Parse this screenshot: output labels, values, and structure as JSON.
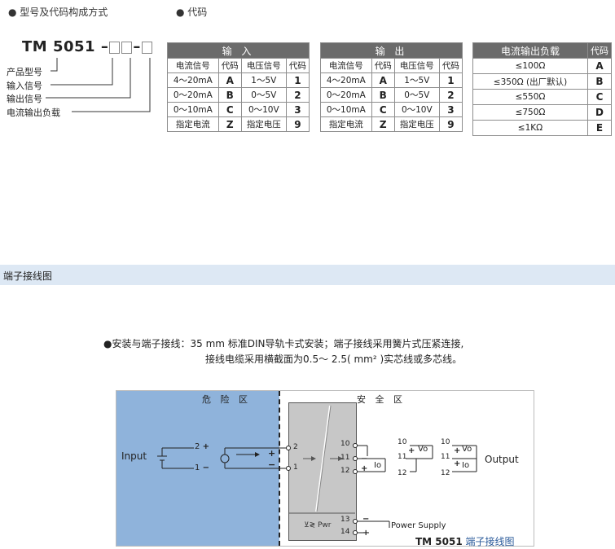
{
  "headings": {
    "model_code": "型号及代码构成方式",
    "code": "代码"
  },
  "model": {
    "name": "TM 5051",
    "labels": [
      "产品型号",
      "输入信号",
      "输出信号",
      "电流输出负载"
    ]
  },
  "input_table": {
    "title": "输 入",
    "headers": [
      "电流信号",
      "代码",
      "电压信号",
      "代码"
    ],
    "rows": [
      [
        "4～20mA",
        "A",
        "1～5V",
        "1"
      ],
      [
        "0～20mA",
        "B",
        "0～5V",
        "2"
      ],
      [
        "0～10mA",
        "C",
        "0～10V",
        "3"
      ],
      [
        "指定电流",
        "Z",
        "指定电压",
        "9"
      ]
    ]
  },
  "output_table": {
    "title": "输 出",
    "headers": [
      "电流信号",
      "代码",
      "电压信号",
      "代码"
    ],
    "rows": [
      [
        "4～20mA",
        "A",
        "1～5V",
        "1"
      ],
      [
        "0～20mA",
        "B",
        "0～5V",
        "2"
      ],
      [
        "0～10mA",
        "C",
        "0～10V",
        "3"
      ],
      [
        "指定电流",
        "Z",
        "指定电压",
        "9"
      ]
    ]
  },
  "load_table": {
    "headers": [
      "电流输出负载",
      "代码"
    ],
    "rows": [
      [
        "≤100Ω",
        "A"
      ],
      [
        "≤350Ω (出厂默认)",
        "B"
      ],
      [
        "≤550Ω",
        "C"
      ],
      [
        "≤750Ω",
        "D"
      ],
      [
        "≤1KΩ",
        "E"
      ]
    ]
  },
  "section_band": "端子接线图",
  "install_note": {
    "line1": "安装与端子接线：35 mm 标准DIN导轨卡式安装；端子接线采用簧片式压紧连接,",
    "line2": "接线电缆采用横截面为0.5～ 2.5( mm² )实芯线或多芯线。"
  },
  "diagram": {
    "hazard_zone": "危 险 区",
    "safe_zone": "安 全 区",
    "input_label": "Input",
    "output_label": "Output",
    "power_supply": "Power Supply",
    "pwr": "Pwr",
    "caption_model": "TM 5051",
    "caption_text": "端子接线图",
    "left_terminals": [
      "2",
      "1"
    ],
    "right_terminals": [
      "10",
      "11",
      "12",
      "13",
      "14"
    ],
    "input_terminals": [
      "2",
      "1"
    ],
    "io": "Io",
    "vo": "Vo",
    "signs": {
      "plus": "+",
      "minus": "−"
    }
  },
  "colors": {
    "hazard_bg": "#8fb3db",
    "band_bg": "#dde8f4",
    "caption_blue": "#2a5a9a",
    "table_header": "#6b6b6b"
  }
}
